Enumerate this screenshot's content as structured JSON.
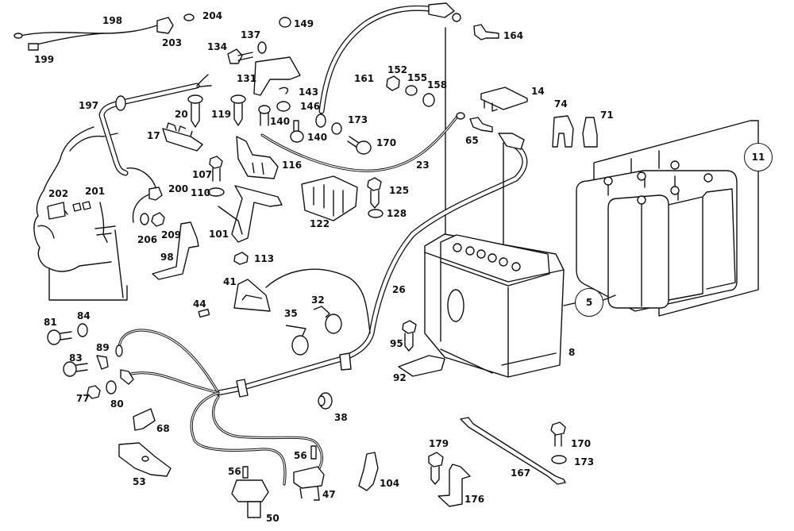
{
  "diagram": {
    "title": "Battery, cables and mounting parts – exploded parts diagram",
    "parts": {
      "p198": "198",
      "p199": "199",
      "p203": "203",
      "p204": "204",
      "p149": "149",
      "p137": "137",
      "p134": "134",
      "p131": "131",
      "p143": "143",
      "p146": "146",
      "p140a": "140",
      "p140b": "140",
      "p161": "161",
      "p152": "152",
      "p155": "155",
      "p158": "158",
      "p173a": "173",
      "p170a": "170",
      "p164": "164",
      "p14": "14",
      "p74": "74",
      "p71": "71",
      "p65": "65",
      "p197": "197",
      "p20": "20",
      "p119": "119",
      "p17": "17",
      "p107": "107",
      "p110": "110",
      "p116": "116",
      "p23": "23",
      "p125": "125",
      "p128": "128",
      "p122": "122",
      "p202": "202",
      "p201": "201",
      "p200": "200",
      "p206": "206",
      "p209": "209",
      "p101": "101",
      "p98": "98",
      "p113": "113",
      "p41": "41",
      "p44": "44",
      "p26": "26",
      "p32": "32",
      "p35": "35",
      "p81": "81",
      "p84": "84",
      "p83": "83",
      "p89": "89",
      "p77": "77",
      "p80": "80",
      "p95": "95",
      "p92": "92",
      "p8": "8",
      "p38": "38",
      "p68": "68",
      "p53": "53",
      "p56a": "56",
      "p56b": "56",
      "p47": "47",
      "p50": "50",
      "p104": "104",
      "p179": "179",
      "p176": "176",
      "p167": "167",
      "p170b": "170",
      "p173b": "173"
    },
    "callouts": {
      "c5": "5",
      "c11": "11"
    }
  }
}
